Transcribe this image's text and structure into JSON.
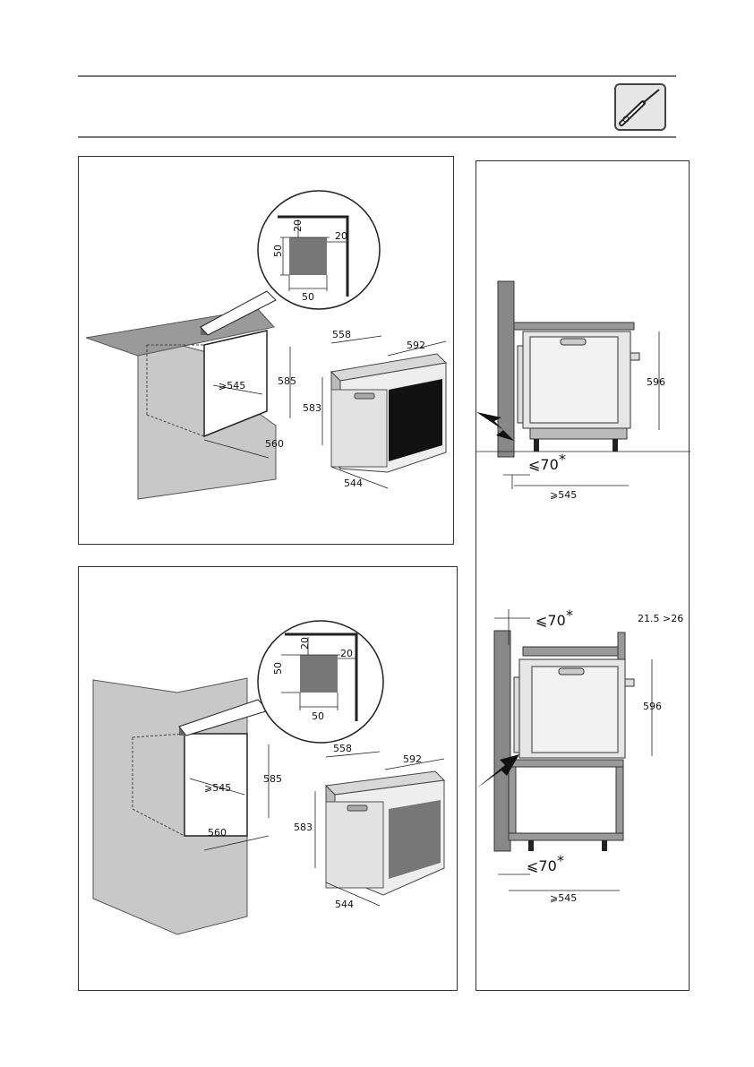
{
  "header": {
    "tool_icon": "screwdriver-icon"
  },
  "panel_top_left": {
    "detail": {
      "h20": "20",
      "v20": "20",
      "v50": "50",
      "h50": "50"
    },
    "dims": {
      "d558": "558",
      "d592": "592",
      "d545": "⩾545",
      "d585": "585",
      "d583": "583",
      "d560": "560",
      "d544": "544"
    }
  },
  "panel_bottom_left": {
    "detail": {
      "h20": "20",
      "v20": "20",
      "v50": "50",
      "h50": "50"
    },
    "dims": {
      "d558": "558",
      "d592": "592",
      "d545": "⩾545",
      "d585": "585",
      "d583": "583",
      "d560": "560",
      "d544": "544"
    }
  },
  "panel_right": {
    "upper": {
      "gap": "⩽70",
      "star": "*",
      "width": "⩾545",
      "height": "596"
    },
    "lower": {
      "gap": "⩽70",
      "star": "*",
      "gap2": "⩽70",
      "star2": "*",
      "width": "⩾545",
      "height": "596",
      "side": "21.5 >26"
    }
  }
}
